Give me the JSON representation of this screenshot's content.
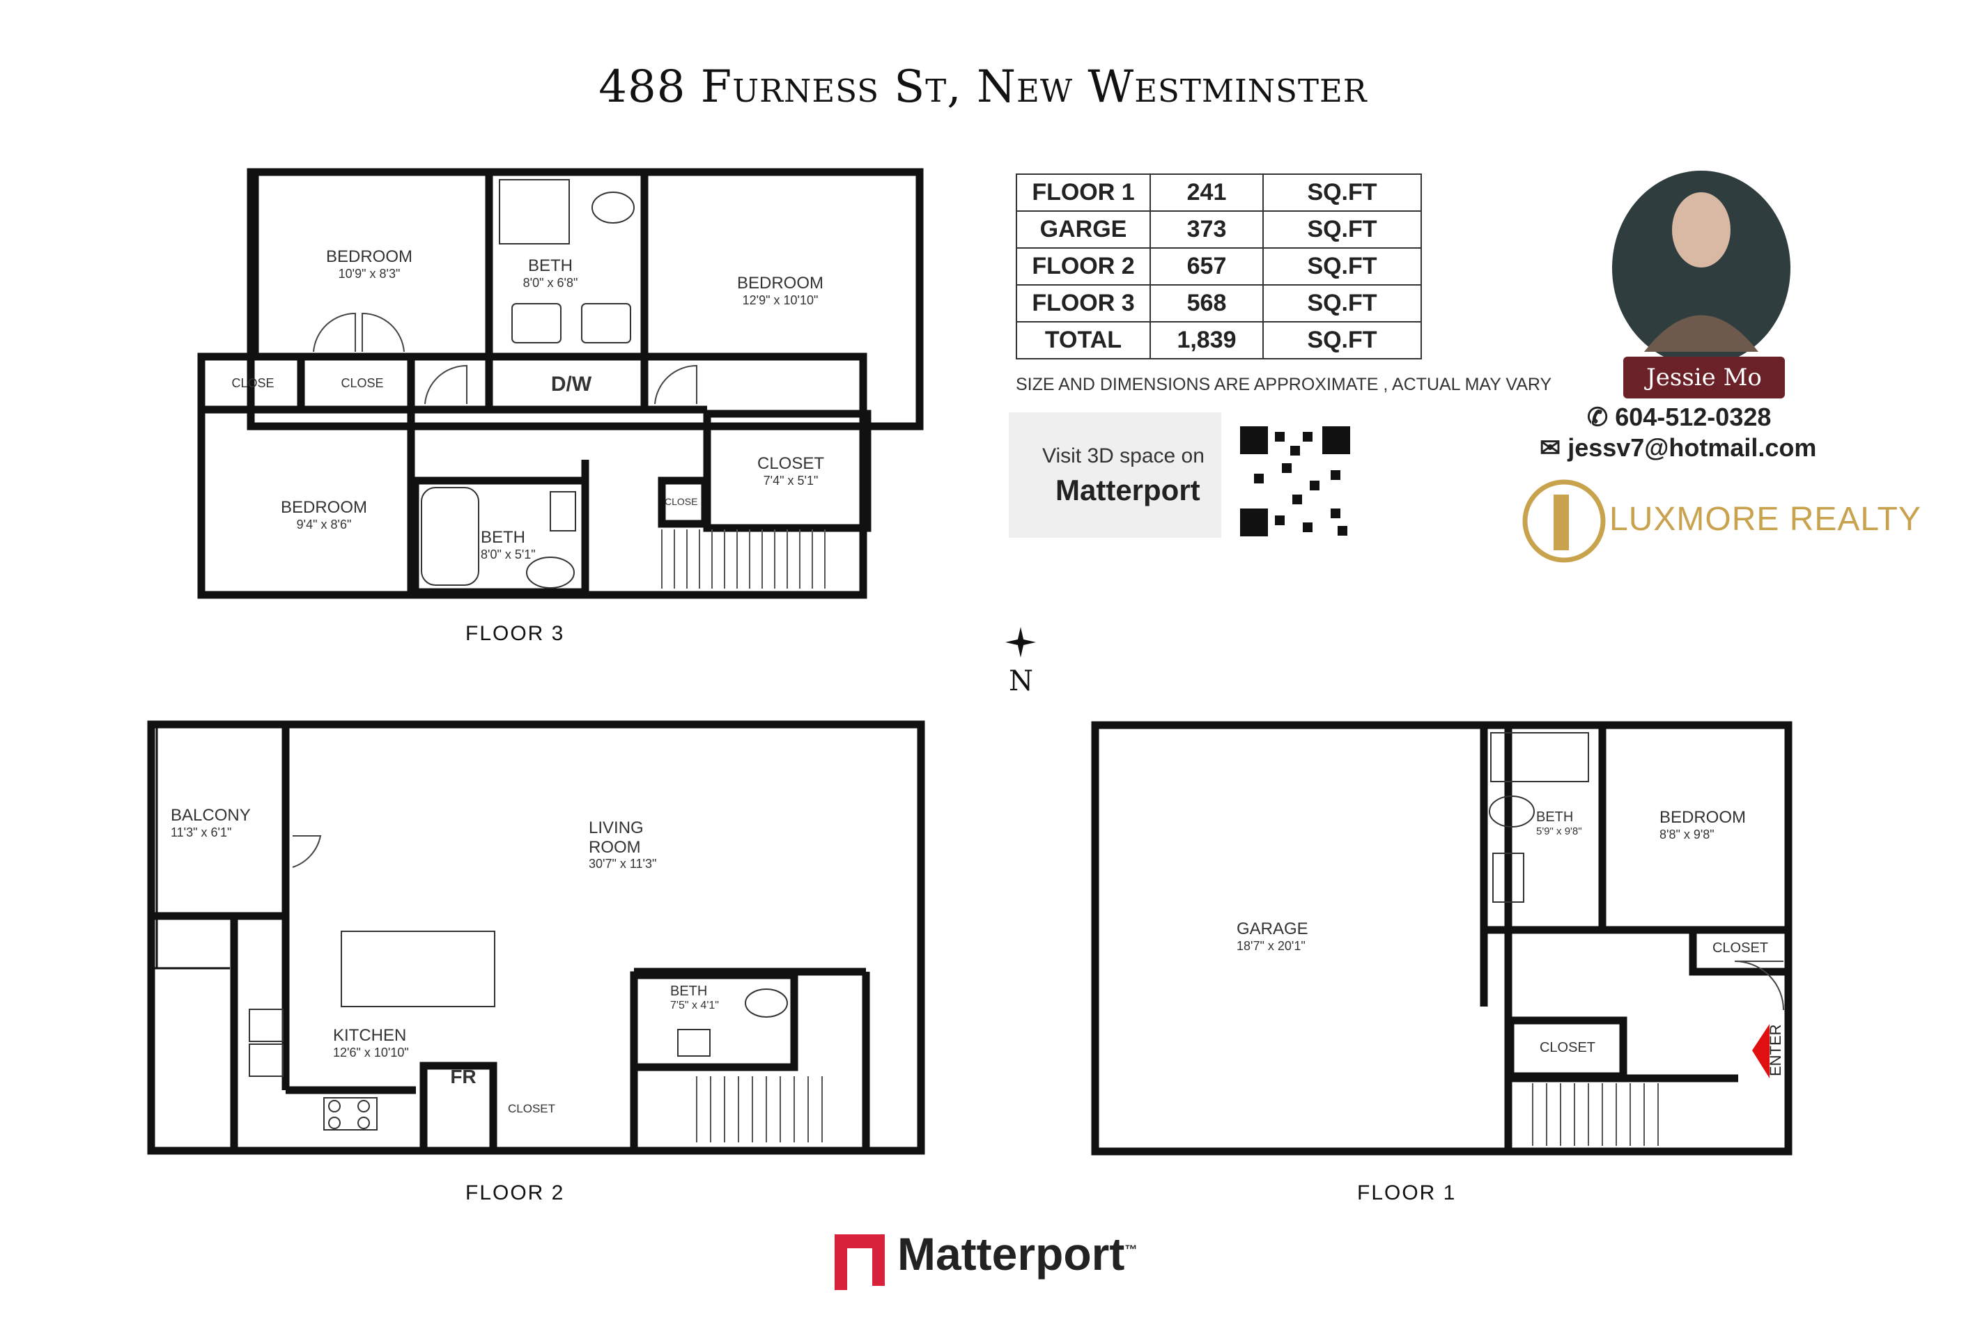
{
  "title": "488 Furness St, New Westminster",
  "floors": {
    "floor3": {
      "label": "FLOOR 3",
      "rooms": {
        "bedroom_a": {
          "name": "BEDROOM",
          "dims": "10'9\" x 8'3\""
        },
        "beth_a": {
          "name": "BETH",
          "dims": "8'0\" x 6'8\""
        },
        "bedroom_b": {
          "name": "BEDROOM",
          "dims": "12'9\" x 10'10\""
        },
        "close_a": {
          "name": "CLOSE"
        },
        "close_b": {
          "name": "CLOSE"
        },
        "dw": {
          "name": "D/W"
        },
        "bedroom_c": {
          "name": "BEDROOM",
          "dims": "9'4\" x 8'6\""
        },
        "beth_b": {
          "name": "BETH",
          "dims": "8'0\" x 5'1\""
        },
        "close_c": {
          "name": "CLOSE"
        },
        "closet": {
          "name": "CLOSET",
          "dims": "7'4\" x 5'1\""
        }
      }
    },
    "floor2": {
      "label": "FLOOR 2",
      "rooms": {
        "balcony": {
          "name": "BALCONY",
          "dims": "11'3\" x 6'1\""
        },
        "living": {
          "name": "LIVING ROOM",
          "dims": "30'7\" x 11'3\""
        },
        "kitchen": {
          "name": "KITCHEN",
          "dims": "12'6\" x 10'10\""
        },
        "fr": {
          "name": "FR"
        },
        "closet": {
          "name": "CLOSET"
        },
        "beth": {
          "name": "BETH",
          "dims": "7'5\" x 4'1\""
        }
      }
    },
    "floor1": {
      "label": "FLOOR 1",
      "rooms": {
        "garage": {
          "name": "GARAGE",
          "dims": "18'7\" x 20'1\""
        },
        "beth": {
          "name": "BETH",
          "dims": "5'9\" x 9'8\""
        },
        "bedroom": {
          "name": "BEDROOM",
          "dims": "8'8\" x 9'8\""
        },
        "closet_a": {
          "name": "CLOSET"
        },
        "closet_b": {
          "name": "CLOSET"
        },
        "enter": "ENTER"
      }
    }
  },
  "north_label": "N",
  "area_table": [
    {
      "floor": "FLOOR 1",
      "value": "241",
      "unit": "SQ.FT"
    },
    {
      "floor": "GARGE",
      "value": "373",
      "unit": "SQ.FT"
    },
    {
      "floor": "FLOOR 2",
      "value": "657",
      "unit": "SQ.FT"
    },
    {
      "floor": "FLOOR 3",
      "value": "568",
      "unit": "SQ.FT"
    },
    {
      "floor": "TOTAL",
      "value": "1,839",
      "unit": "SQ.FT"
    }
  ],
  "disclaimer": "SIZE AND DIMENSIONS ARE APPROXIMATE , ACTUAL MAY VARY",
  "matterport_card": {
    "visit": "Visit 3D space on",
    "brand": "Matterport"
  },
  "agent": {
    "name": "Jessie  Mo",
    "phone": "604-512-0328",
    "email": "jessv7@hotmail.com",
    "brokerage": "LUXMORE REALTY"
  },
  "footer_brand": {
    "name": "Matterport",
    "tm": "™"
  },
  "colors": {
    "wall": "#111111",
    "brand_red": "#d8213b",
    "agent_band": "#6b2128",
    "gold": "#c8a24c",
    "enter_arrow": "#e01010"
  }
}
